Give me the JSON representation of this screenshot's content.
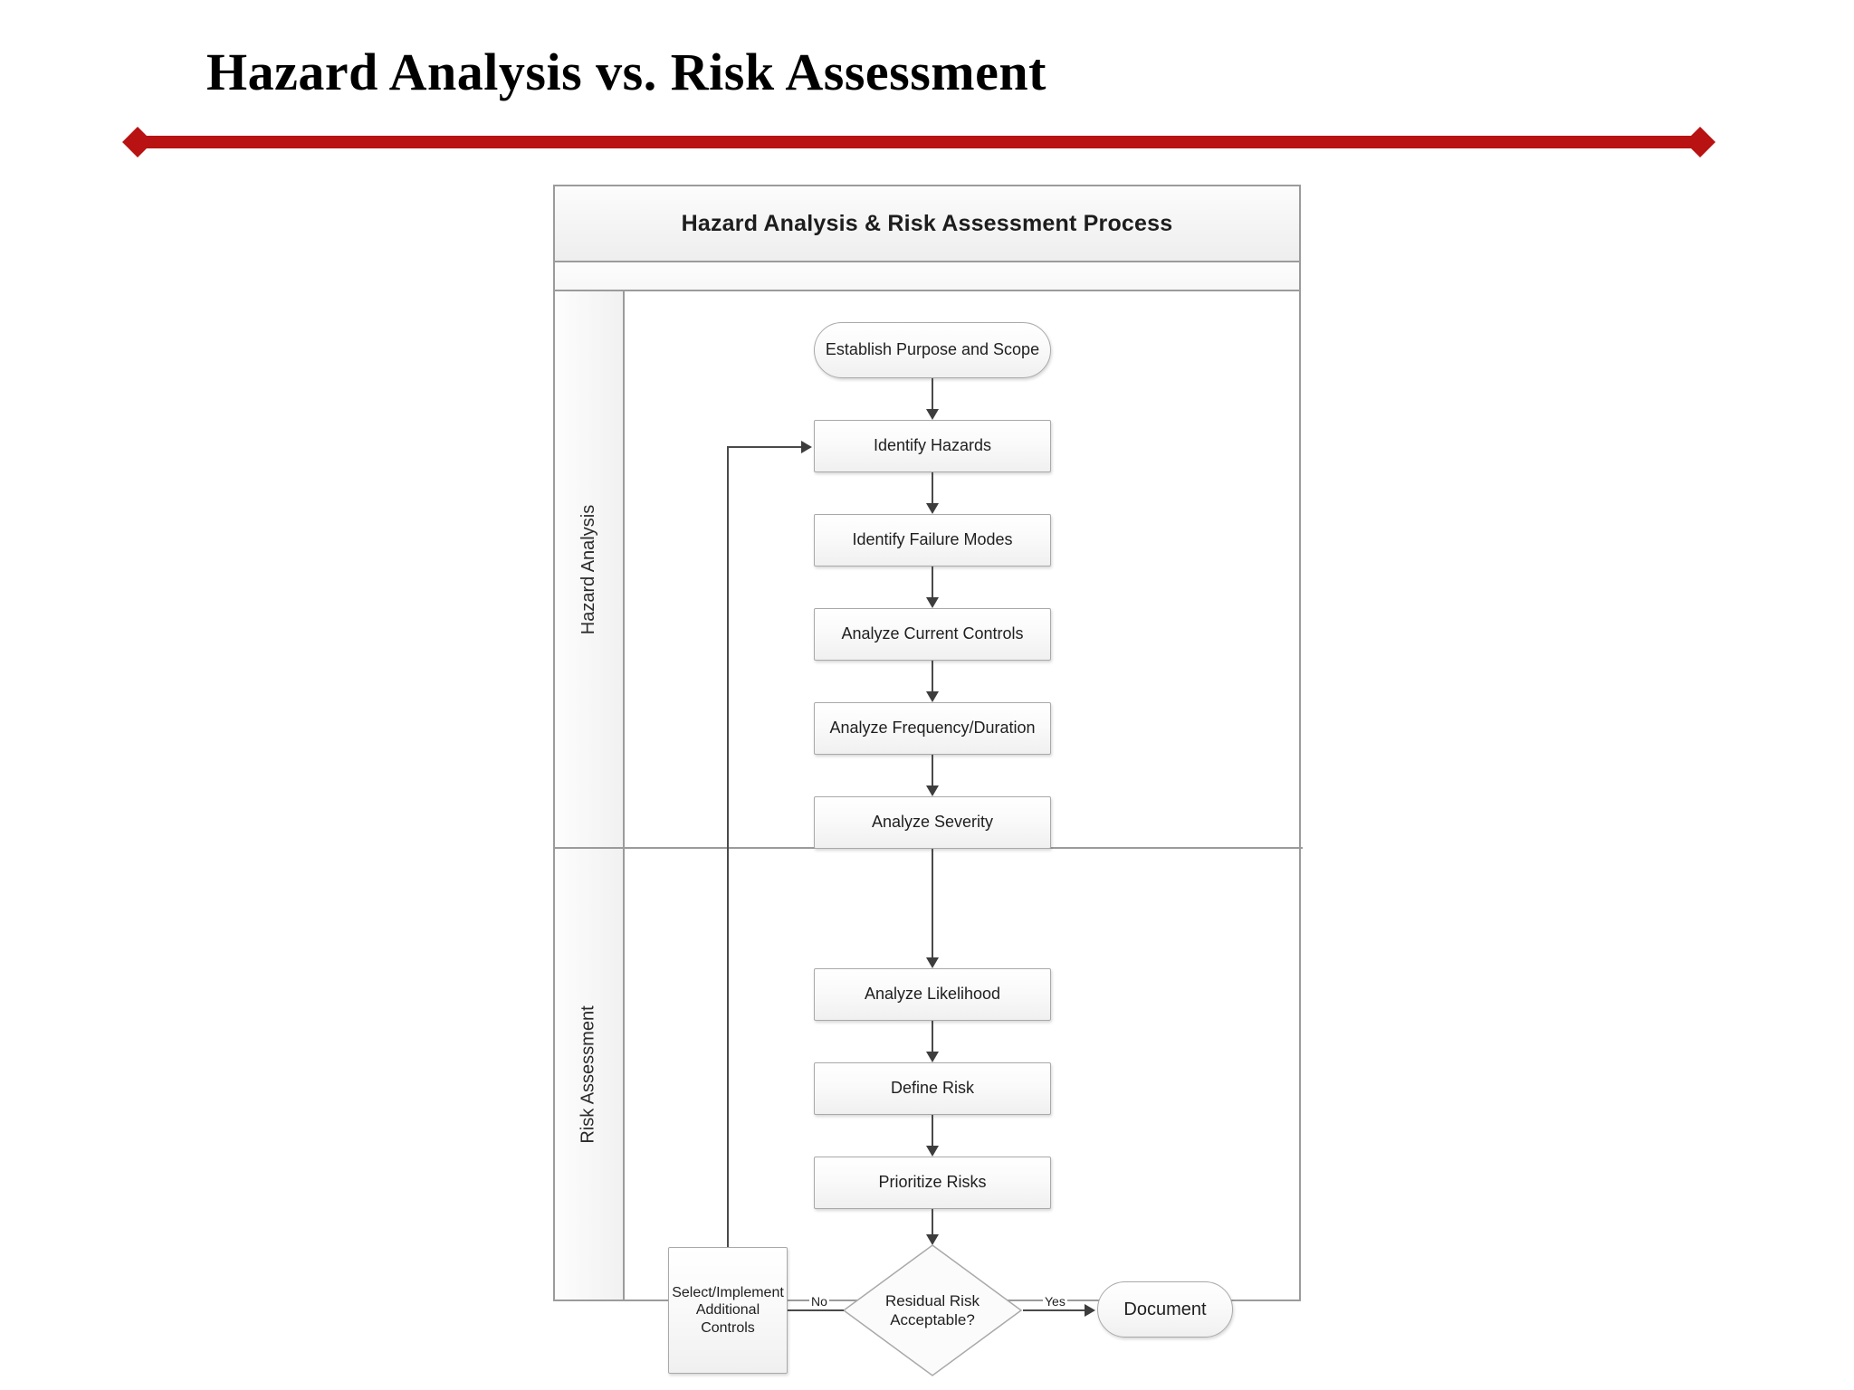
{
  "slide": {
    "title": "Hazard Analysis vs. Risk Assessment",
    "rule_color": "#B81212"
  },
  "flowchart": {
    "header_title": "Hazard Analysis & Risk Assessment Process",
    "lanes": [
      {
        "id": "hazard-analysis",
        "label": "Hazard Analysis"
      },
      {
        "id": "risk-assessment",
        "label": "Risk Assessment"
      }
    ],
    "nodes": [
      {
        "id": "establish-purpose-and-scope",
        "label": "Establish Purpose and Scope",
        "shape": "terminal",
        "lane": "hazard-analysis"
      },
      {
        "id": "identify-hazards",
        "label": "Identify Hazards",
        "shape": "process",
        "lane": "hazard-analysis"
      },
      {
        "id": "identify-failure-modes",
        "label": "Identify Failure Modes",
        "shape": "process",
        "lane": "hazard-analysis"
      },
      {
        "id": "analyze-current-controls",
        "label": "Analyze Current Controls",
        "shape": "process",
        "lane": "hazard-analysis"
      },
      {
        "id": "analyze-frequency-duration",
        "label": "Analyze Frequency/Duration",
        "shape": "process",
        "lane": "hazard-analysis"
      },
      {
        "id": "analyze-severity",
        "label": "Analyze Severity",
        "shape": "process",
        "lane": "hazard-analysis"
      },
      {
        "id": "analyze-likelihood",
        "label": "Analyze Likelihood",
        "shape": "process",
        "lane": "risk-assessment"
      },
      {
        "id": "define-risk",
        "label": "Define Risk",
        "shape": "process",
        "lane": "risk-assessment"
      },
      {
        "id": "prioritize-risks",
        "label": "Prioritize Risks",
        "shape": "process",
        "lane": "risk-assessment"
      },
      {
        "id": "residual-risk-acceptable",
        "label": "Residual Risk Acceptable?",
        "shape": "decision",
        "lane": "risk-assessment"
      },
      {
        "id": "select-implement-additional-controls",
        "label": "Select/Implement Additional Controls",
        "shape": "process",
        "lane": "risk-assessment"
      },
      {
        "id": "document",
        "label": "Document",
        "shape": "terminal",
        "lane": "risk-assessment"
      }
    ],
    "edge_labels": {
      "no": "No",
      "yes": "Yes"
    }
  }
}
